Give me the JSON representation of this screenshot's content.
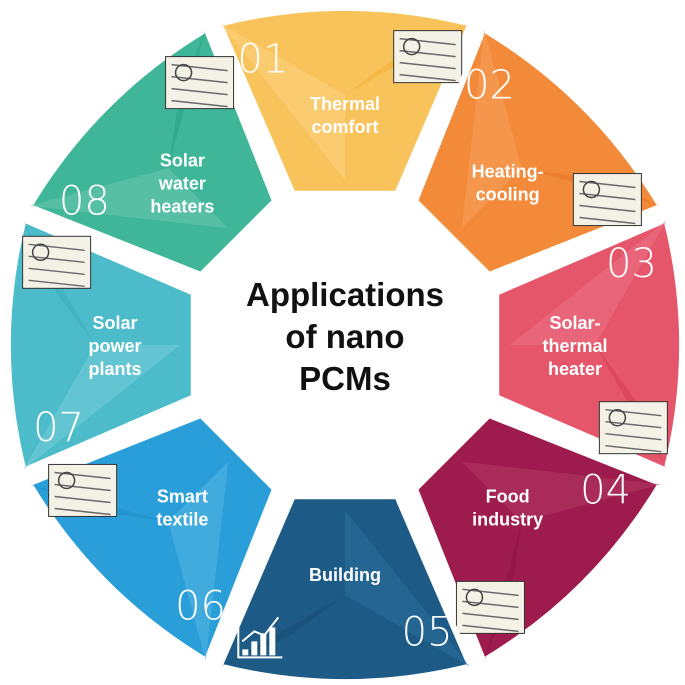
{
  "title_lines": [
    "Applications",
    "of nano",
    "PCMs"
  ],
  "segments": [
    {
      "number": "01",
      "label_lines": [
        "Thermal",
        "comfort"
      ],
      "color": "#f9c35c",
      "light": "#fbd27f",
      "dark": "#f4b032",
      "image": "person-on-sofa"
    },
    {
      "number": "02",
      "label_lines": [
        "Heating-",
        "cooling"
      ],
      "color": "#f28a3a",
      "light": "#f6a05a",
      "dark": "#ea7224",
      "image": "sun-snowflake"
    },
    {
      "number": "03",
      "label_lines": [
        "Solar-",
        "thermal",
        "heater"
      ],
      "color": "#e5566a",
      "light": "#ec7385",
      "dark": "#d83a52",
      "image": "solar-water-heater"
    },
    {
      "number": "04",
      "label_lines": [
        "Food",
        "industry"
      ],
      "color": "#9e1c4d",
      "light": "#b23a63",
      "dark": "#861241",
      "image": "food-tray"
    },
    {
      "number": "05",
      "label_lines": [
        "Building"
      ],
      "color": "#1e5a86",
      "light": "#2a6f9d",
      "dark": "#174a71",
      "image": "bar-chart-icon"
    },
    {
      "number": "06",
      "label_lines": [
        "Smart",
        "textile"
      ],
      "color": "#2a9ed8",
      "light": "#56b6e4",
      "dark": "#1b8cc8",
      "image": "smart-shirt"
    },
    {
      "number": "07",
      "label_lines": [
        "Solar",
        "power",
        "plants"
      ],
      "color": "#4cbccb",
      "light": "#76ccd7",
      "dark": "#36a9bb",
      "image": "solar-plant"
    },
    {
      "number": "08",
      "label_lines": [
        "Solar",
        "water",
        "heaters"
      ],
      "color": "#3fb698",
      "light": "#6cc8ae",
      "dark": "#22a184",
      "image": "solar-panel"
    }
  ]
}
